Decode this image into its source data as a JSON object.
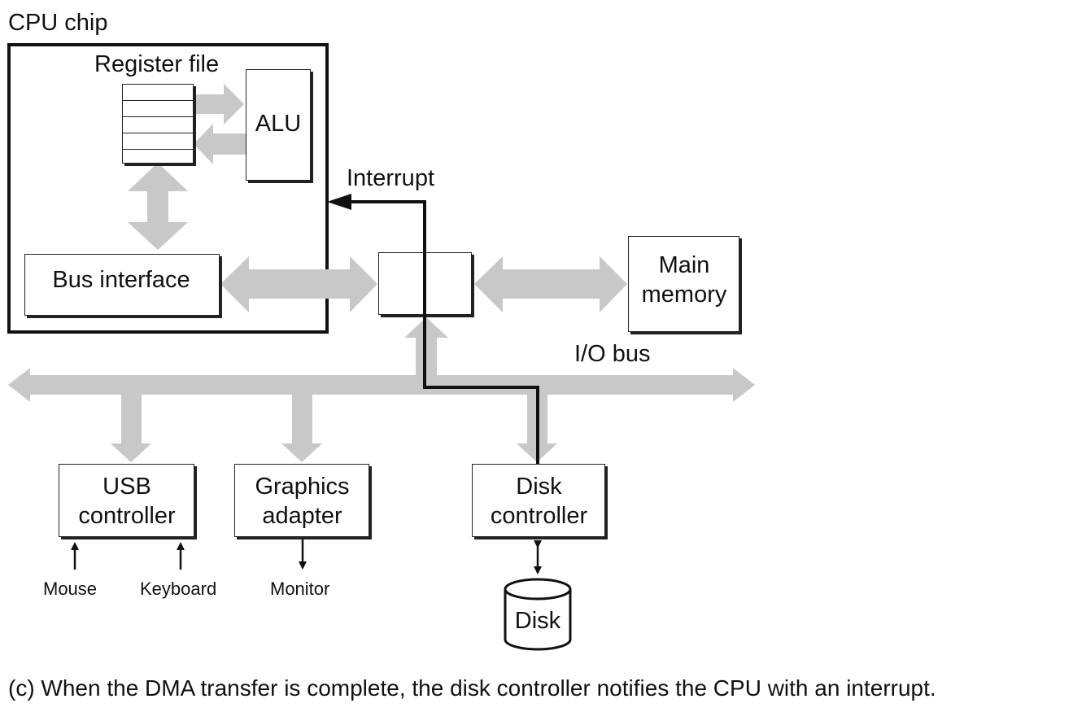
{
  "cpu": {
    "chip_label": "CPU chip",
    "register_file_label": "Register file",
    "alu_label": "ALU",
    "bus_interface_label": "Bus interface"
  },
  "signals": {
    "interrupt_label": "Interrupt"
  },
  "memory": {
    "line1": "Main",
    "line2": "memory"
  },
  "io": {
    "bus_label": "I/O bus",
    "usb_line1": "USB",
    "usb_line2": "controller",
    "graphics_line1": "Graphics",
    "graphics_line2": "adapter",
    "disk_ctrl_line1": "Disk",
    "disk_ctrl_line2": "controller",
    "mouse_label": "Mouse",
    "keyboard_label": "Keyboard",
    "monitor_label": "Monitor",
    "disk_label": "Disk"
  },
  "caption": "(c) When the DMA transfer is complete, the disk controller notifies the CPU with an interrupt.",
  "colors": {
    "bus_gray": "#c8c8c8",
    "line": "#111111"
  }
}
